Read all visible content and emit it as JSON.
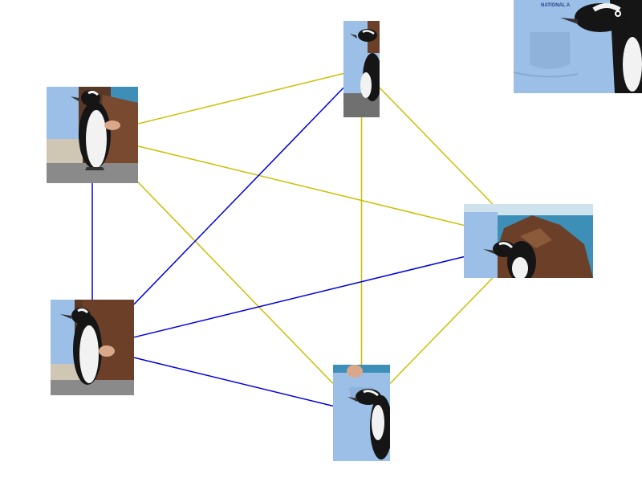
{
  "diagram": {
    "type": "graph",
    "nodes": [
      {
        "id": "n0",
        "icon": "penguin-handler-photo"
      },
      {
        "id": "n1",
        "icon": "penguin-closeup-photo"
      },
      {
        "id": "n2",
        "icon": "penguin-handler-photo"
      },
      {
        "id": "n3",
        "icon": "penguin-rock-photo"
      },
      {
        "id": "n4",
        "icon": "penguin-handler-photo"
      },
      {
        "id": "n5",
        "icon": "penguin-closeup-photo"
      },
      {
        "id": "n6",
        "icon": "penguin-closeup-photo",
        "cropped": true
      }
    ],
    "edges": [
      {
        "from": "n0",
        "to": "n1",
        "color": "#c8c000"
      },
      {
        "from": "n0",
        "to": "n3",
        "color": "#c8c000"
      },
      {
        "from": "n0",
        "to": "n5",
        "color": "#c8c000"
      },
      {
        "from": "n0",
        "to": "n2",
        "color": "#0000e0"
      },
      {
        "from": "n1",
        "to": "n2",
        "color": "#0000e0"
      },
      {
        "from": "n1",
        "to": "n3",
        "color": "#c8c000"
      },
      {
        "from": "n1",
        "to": "n5",
        "color": "#c8c000"
      },
      {
        "from": "n2",
        "to": "n3",
        "color": "#0000e0"
      },
      {
        "from": "n2",
        "to": "n5",
        "color": "#0000e0"
      },
      {
        "from": "n3",
        "to": "n5",
        "color": "#c8c000"
      }
    ]
  },
  "colors": {
    "shirt": "#9bbfe6",
    "rock": "#6b3f28",
    "sea": "#4a9fc6",
    "penguin_black": "#151515",
    "penguin_white": "#f2f2f2"
  },
  "badge_text": "NATIONAL A"
}
